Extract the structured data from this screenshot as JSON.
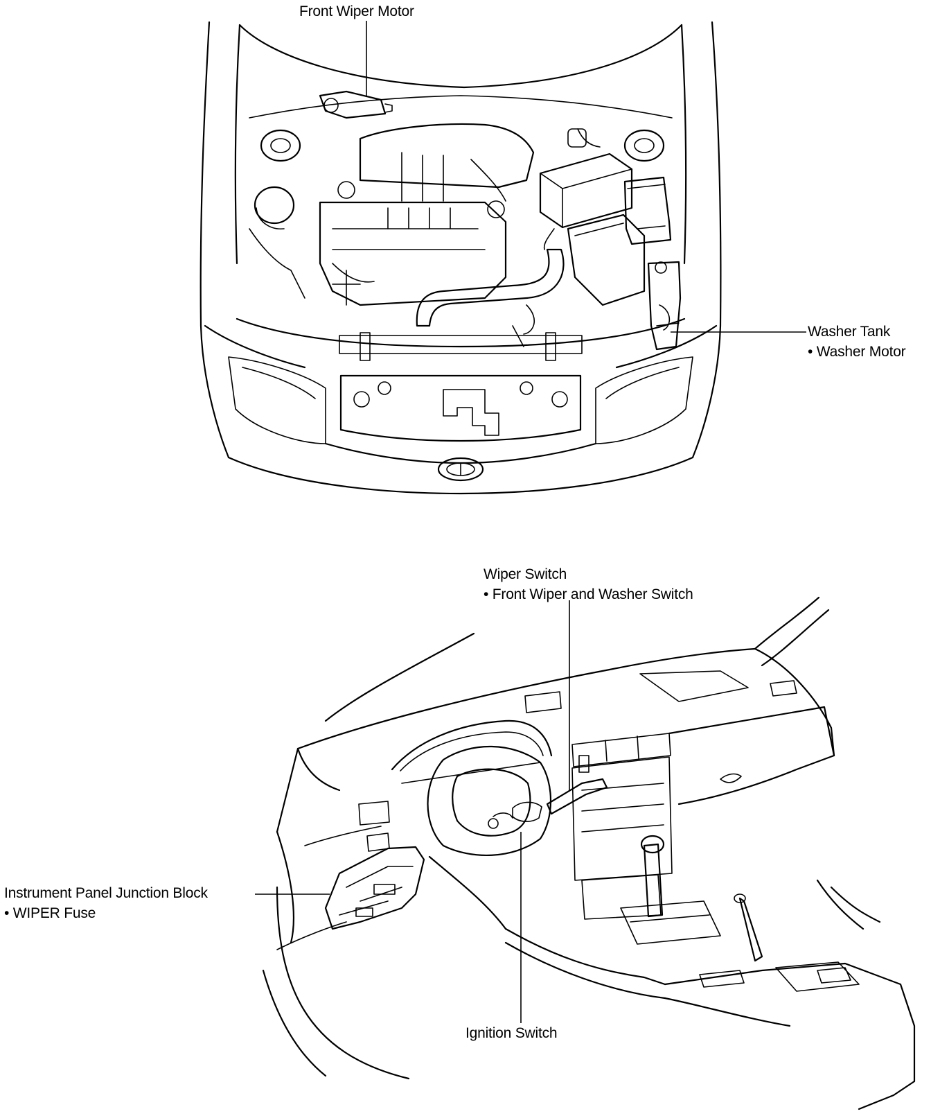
{
  "labels": {
    "front_wiper_motor": "Front Wiper Motor",
    "washer_tank": {
      "title": "Washer Tank",
      "sub": "• Washer Motor"
    },
    "wiper_switch": {
      "title": "Wiper Switch",
      "sub": "• Front Wiper and Washer Switch"
    },
    "junction_block": {
      "title": "Instrument Panel Junction Block",
      "sub": "• WIPER Fuse"
    },
    "ignition_switch": "Ignition Switch"
  }
}
